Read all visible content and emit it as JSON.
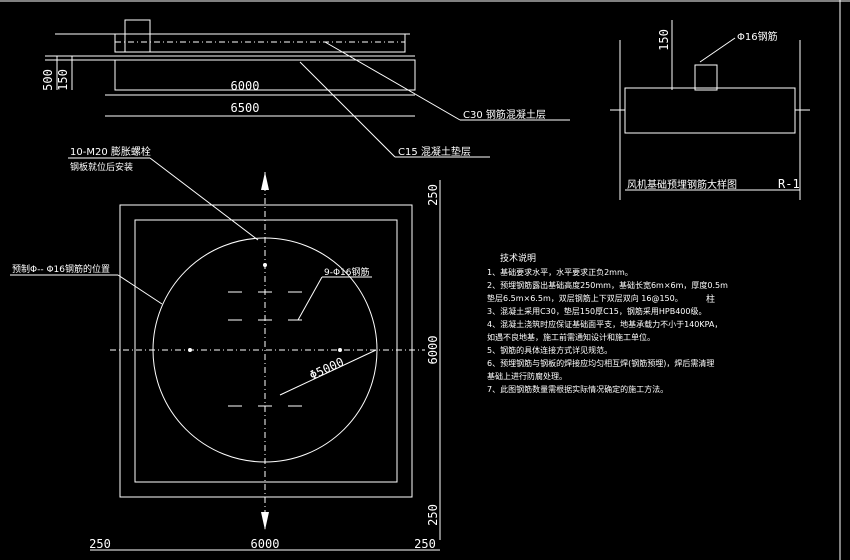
{
  "colors": {
    "background": "#000000",
    "line": "#ffffff"
  },
  "elevation_view": {
    "dim_6000": "6000",
    "dim_6500": "6500",
    "dim_500": "500",
    "dim_150": "150",
    "label_c30": "C30 钢筋混凝土层",
    "label_c15": "C15 混凝土垫层"
  },
  "detail_view": {
    "dim_150": "150",
    "rebar_label": "Φ16钢筋",
    "title": "风机基础预埋钢筋大样图",
    "code": "R-1"
  },
  "plan_view": {
    "bolt_label_1": "10-M20 膨胀螺栓",
    "bolt_label_2": "钢板就位后安装",
    "ring_label": "预制Φ--  Φ16钢筋的位置",
    "rebar_label": "9-Φ16钢筋",
    "dia_label": "Φ5000",
    "dim_250_top": "250",
    "dim_6000_right": "6000",
    "dim_250_bottom": "250",
    "dim_250_left": "250",
    "dim_6000_bottom": "6000",
    "dim_250_bottom_right": "250"
  },
  "notes": {
    "title": "技术说明",
    "lines": [
      "1、基础要求水平，水平要求正负2mm。",
      "2、预埋钢筋露出基础高度250mm，基础长宽6m×6m，厚度0.5m",
      "   垫层6.5m×6.5m，双层钢筋上下双层双向  16@150。",
      "3、混凝土采用C30，垫层150厚C15，钢筋采用HPB400级。",
      "4、混凝土浇筑时应保证基础面平支，地基承载力不小于140KPA，",
      "   如遇不良地基，施工前需通知设计和施工单位。",
      "5、钢筋的具体连接方式详见规范。",
      "6、预埋钢筋与钢板的焊接应均匀相互焊(钢筋预埋)，焊后需清理",
      "   基础上进行防腐处理。",
      "7、此图钢筋数量需根据实际情况确定的施工方法。"
    ],
    "side_mark": "柱"
  }
}
